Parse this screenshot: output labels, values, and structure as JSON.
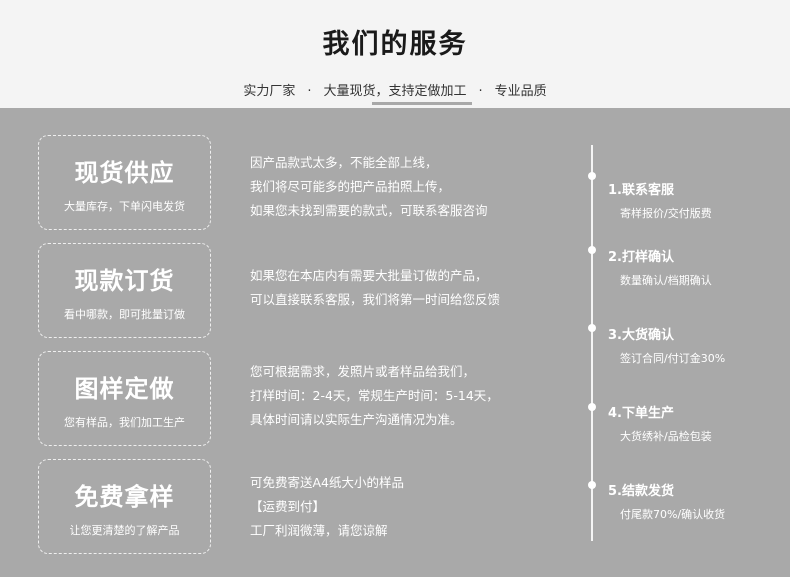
{
  "header": {
    "title": "我们的服务",
    "tagline": [
      "实力厂家",
      "大量现货，支持定做加工",
      "专业品质"
    ],
    "separator": "·"
  },
  "services": [
    {
      "title": "现货供应",
      "subtitle": "大量库存，下单闪电发货",
      "lines": [
        "因产品款式太多，不能全部上线，",
        "我们将尽可能多的把产品拍照上传，",
        "如果您未找到需要的款式，可联系客服咨询"
      ]
    },
    {
      "title": "现款订货",
      "subtitle": "看中哪款，即可批量订做",
      "lines": [
        "如果您在本店内有需要大批量订做的产品，",
        "可以直接联系客服，我们将第一时间给您反馈"
      ]
    },
    {
      "title": "图样定做",
      "subtitle": "您有样品，我们加工生产",
      "lines": [
        "您可根据需求，发照片或者样品给我们，",
        "打样时间：2-4天，常规生产时间：5-14天，",
        "具体时间请以实际生产沟通情况为准。"
      ]
    },
    {
      "title": "免费拿样",
      "subtitle": "让您更清楚的了解产品",
      "lines": [
        "可免费寄送A4纸大小的样品",
        "【运费到付】",
        "工厂利润微薄，请您谅解"
      ]
    }
  ],
  "process": [
    {
      "title": "1.联系客服",
      "subtitle": "寄样报价/交付版费"
    },
    {
      "title": "2.打样确认",
      "subtitle": "数量确认/档期确认"
    },
    {
      "title": "3.大货确认",
      "subtitle": "签订合同/付订金30%"
    },
    {
      "title": "4.下单生产",
      "subtitle": "大货绣补/品检包装"
    },
    {
      "title": "5.结款发货",
      "subtitle": "付尾款70%/确认收货"
    }
  ],
  "colors": {
    "header_bg": "#f4f4f4",
    "body_bg": "#a9a9a9",
    "text_light": "#ffffff",
    "title_dark": "#1a1a1a"
  }
}
